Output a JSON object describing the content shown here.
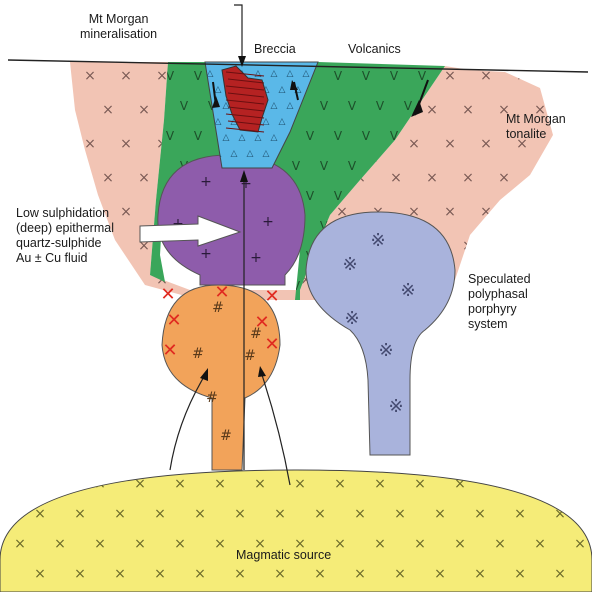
{
  "labels": {
    "mineralisation": [
      "Mt Morgan",
      "mineralisation"
    ],
    "breccia": "Breccia",
    "volcanics": "Volcanics",
    "tonalite": [
      "Mt Morgan",
      "tonalite"
    ],
    "epithermal": [
      "Low sulphidation",
      "(deep) epithermal",
      "quartz-sulphide",
      "Au ± Cu fluid"
    ],
    "porphyry": [
      "Speculated",
      "polyphasal",
      "porphyry",
      "system"
    ],
    "magmatic": "Magmatic source"
  },
  "symbols": {
    "tonalite": "×",
    "volcanics": "V",
    "magmatic": "×",
    "purple_body": "+",
    "orange_body": "#",
    "porphyry": "※",
    "breccia": "△"
  },
  "colors": {
    "tonalite": "#f2c4b4",
    "volcanics": "#3aa65a",
    "breccia": "#5ab8e8",
    "mineralisation": "#b52222",
    "purple_body": "#8e5cab",
    "orange_body": "#f2a35a",
    "porphyry": "#a9b3dc",
    "magmatic": "#f5ec78",
    "cross_marks": "#e02a20",
    "arrow_fill": "#ffffff"
  }
}
